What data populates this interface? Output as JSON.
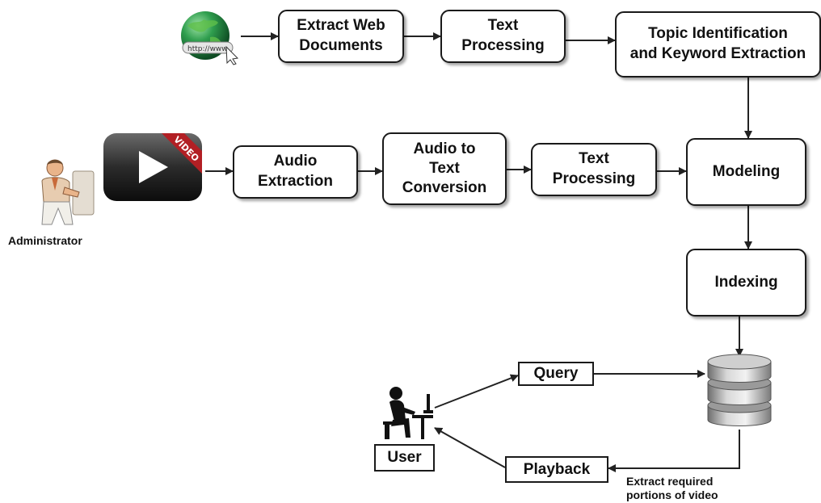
{
  "nodes": {
    "extract_web_documents": "Extract Web\nDocuments",
    "text_processing_top": "Text\nProcessing",
    "topic_identification": "Topic Identification\nand Keyword Extraction",
    "audio_extraction": "Audio\nExtraction",
    "audio_to_text": "Audio to\nText\nConversion",
    "text_processing_mid": "Text\nProcessing",
    "modeling": "Modeling",
    "indexing": "Indexing",
    "query": "Query",
    "playback": "Playback",
    "user": "User"
  },
  "labels": {
    "administrator": "Administrator",
    "extract_required": "Extract required\nportions of video",
    "globe_url": "http://www",
    "video_ribbon": "VIDEO"
  },
  "icons": {
    "globe": "globe-icon",
    "video": "video-play-icon",
    "administrator": "administrator-icon",
    "user": "user-at-computer-icon",
    "database": "database-icon"
  },
  "colors": {
    "box_border": "#1a1a1a",
    "arrow": "#222222",
    "video_ribbon": "#b21f24",
    "globe_green": "#1e7a3c"
  }
}
